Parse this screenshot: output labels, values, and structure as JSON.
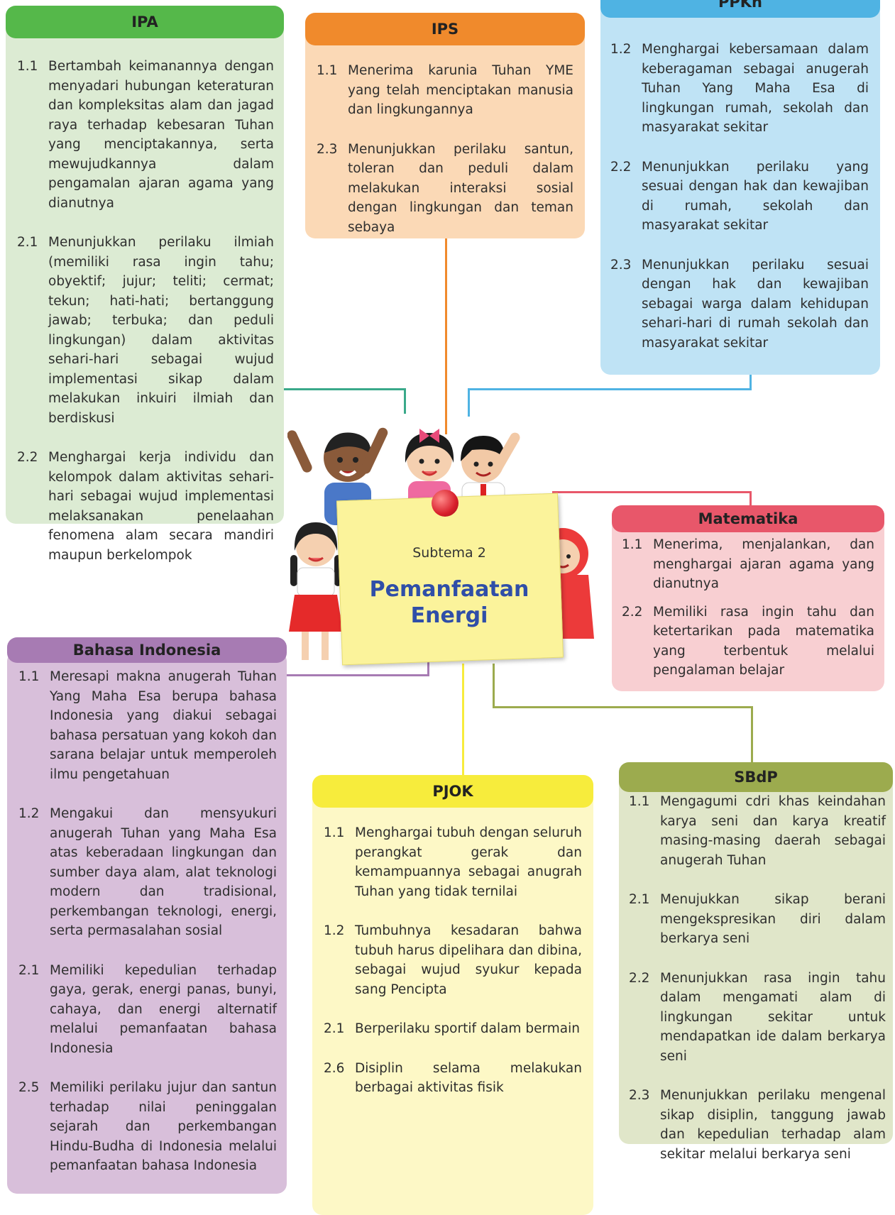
{
  "center": {
    "subtitle": "Subtema 2",
    "title": "Pemanfaatan Energi"
  },
  "subjects": {
    "ipa": {
      "title": "IPA",
      "items": [
        {
          "num": "1.1",
          "text": "Bertambah keimanannya dengan menyadari hubungan keteraturan dan kompleksitas alam dan jagad raya terhadap kebesaran Tuhan yang menciptakannya, serta mewujudkannya dalam pengamalan ajaran agama yang dianutnya"
        },
        {
          "num": "2.1",
          "text": "Menunjukkan perilaku ilmiah (memiliki rasa ingin tahu; obyektif; jujur; teliti; cermat; tekun; hati-hati; bertanggung jawab; terbuka; dan peduli lingkungan) dalam aktivitas sehari-hari sebagai wujud implementasi sikap dalam melakukan inkuiri ilmiah dan berdiskusi"
        },
        {
          "num": "2.2",
          "text": "Menghargai kerja individu dan kelompok dalam aktivitas sehari-hari sebagai wujud implementasi melaksanakan penelaahan fenomena alam secara mandiri maupun berkelompok"
        }
      ]
    },
    "ips": {
      "title": "IPS",
      "items": [
        {
          "num": "1.1",
          "text": "Menerima karunia Tuhan YME yang telah menciptakan manusia dan lingkungannya"
        },
        {
          "num": "2.3",
          "text": "Menunjukkan perilaku santun, toleran dan peduli dalam melakukan interaksi sosial dengan lingkungan dan teman sebaya"
        }
      ]
    },
    "ppkn": {
      "title": "PPKn",
      "items": [
        {
          "num": "1.2",
          "text": "Menghargai kebersamaan dalam keberagaman sebagai anugerah Tuhan Yang Maha Esa di lingkungan rumah, sekolah dan masyarakat sekitar"
        },
        {
          "num": "2.2",
          "text": "Menunjukkan perilaku yang sesuai dengan hak dan kewajiban di rumah, sekolah dan masyarakat sekitar"
        },
        {
          "num": "2.3",
          "text": "Menunjukkan perilaku sesuai dengan hak dan kewajiban sebagai warga dalam kehidupan sehari-hari di rumah sekolah dan masyarakat sekitar"
        }
      ]
    },
    "matematika": {
      "title": "Matematika",
      "items": [
        {
          "num": "1.1",
          "text": "Menerima, menjalankan, dan menghargai ajaran agama yang dianutnya"
        },
        {
          "num": "2.2",
          "text": "Memiliki rasa ingin tahu dan ketertarikan pada matematika yang terbentuk melalui pengalaman belajar"
        }
      ]
    },
    "bahasa": {
      "title": "Bahasa Indonesia",
      "items": [
        {
          "num": "1.1",
          "text": "Meresapi makna anugerah Tuhan Yang Maha Esa berupa bahasa Indonesia yang diakui sebagai bahasa persatuan yang kokoh dan sarana belajar untuk memperoleh ilmu pengetahuan"
        },
        {
          "num": "1.2",
          "text": "Mengakui dan mensyukuri anugerah Tuhan yang Maha Esa atas keberadaan lingkungan dan sumber daya alam, alat teknologi modern dan tradisional, perkembangan teknologi, energi, serta permasalahan sosial"
        },
        {
          "num": "2.1",
          "text": "Memiliki kepedulian terhadap gaya, gerak, energi panas, bunyi, cahaya, dan energi alternatif melalui pemanfaatan bahasa Indonesia"
        },
        {
          "num": "2.5",
          "text": "Memiliki perilaku jujur dan santun terhadap nilai peninggalan sejarah dan perkembangan Hindu-Budha di Indonesia melalui pemanfaatan bahasa Indonesia"
        }
      ]
    },
    "pjok": {
      "title": "PJOK",
      "items": [
        {
          "num": "1.1",
          "text": "Menghargai tubuh dengan seluruh perangkat gerak dan kemampuannya sebagai anugrah Tuhan yang tidak ternilai"
        },
        {
          "num": "1.2",
          "text": "Tumbuhnya kesadaran bahwa tubuh harus dipelihara dan dibina, sebagai wujud syukur kepada sang Pencipta"
        },
        {
          "num": "2.1",
          "text": "Berperilaku sportif dalam bermain"
        },
        {
          "num": "2.6",
          "text": "Disiplin selama melakukan berbagai aktivitas fisik"
        }
      ]
    },
    "sbdp": {
      "title": "SBdP",
      "items": [
        {
          "num": "1.1",
          "text": "Mengagumi cdri khas keindahan karya seni dan karya kreatif masing-masing daerah sebagai anugerah Tuhan"
        },
        {
          "num": "2.1",
          "text": "Menujukkan sikap berani mengekspresikan diri dalam berkarya seni"
        },
        {
          "num": "2.2",
          "text": "Menunjukkan rasa ingin tahu dalam mengamati alam di lingkungan sekitar untuk mendapatkan ide dalam berkarya seni"
        },
        {
          "num": "2.3",
          "text": "Menunjukkan perilaku mengenal sikap disiplin, tanggung jawab dan kepedulian terhadap alam sekitar melalui berkarya seni"
        }
      ]
    }
  },
  "colors": {
    "ipa_header": "#55b84a",
    "ipa_body": "#dcebd3",
    "ips_header": "#f08a2c",
    "ips_body": "#fbd9b6",
    "ppkn_header": "#4fb3e3",
    "ppkn_body": "#bfe3f5",
    "mat_header": "#e8576a",
    "mat_body": "#f8cfd2",
    "bahasa_header": "#a77bb3",
    "bahasa_body": "#d8bfda",
    "pjok_header": "#f7ec3c",
    "pjok_body": "#fdf8c6",
    "sbdp_header": "#9cab4e",
    "sbdp_body": "#e0e6c9"
  }
}
